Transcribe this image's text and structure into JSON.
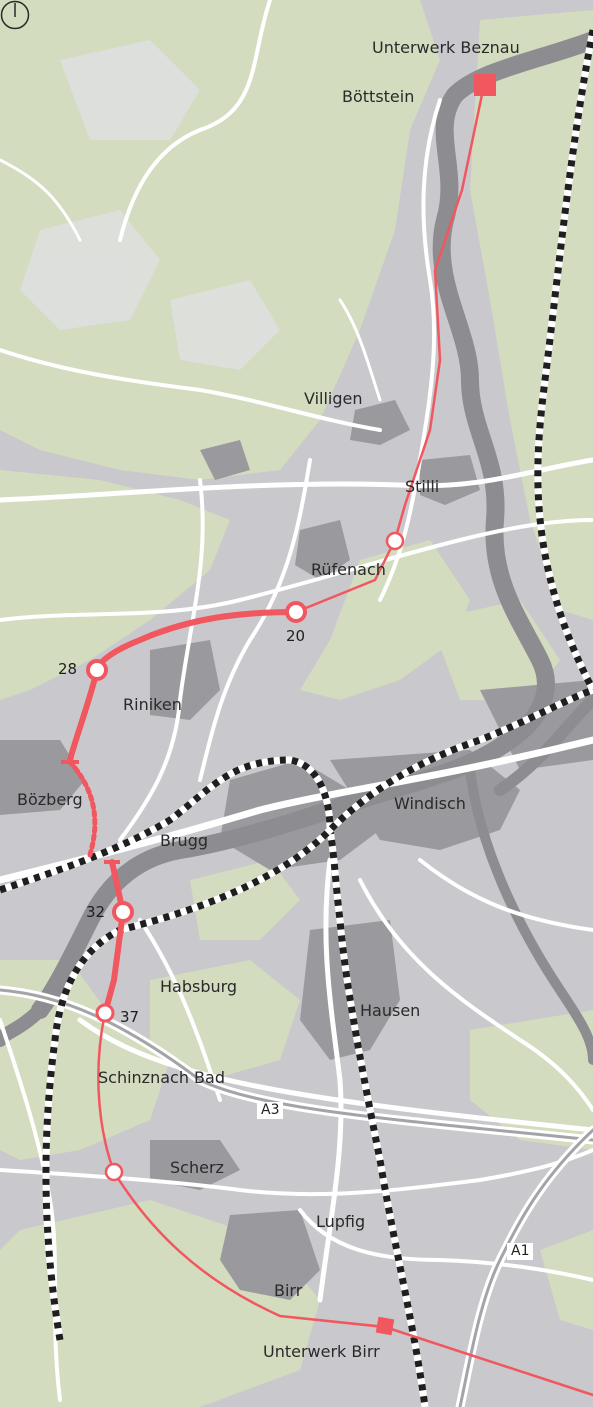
{
  "places": {
    "unterwerk_beznau": "Unterwerk Beznau",
    "bottstein": "Böttstein",
    "villigen": "Villigen",
    "stilli": "Stilli",
    "rufenach": "Rüfenach",
    "riniken": "Riniken",
    "bozberg": "Bözberg",
    "brugg": "Brugg",
    "windisch": "Windisch",
    "habsburg": "Habsburg",
    "hausen": "Hausen",
    "schinznach_bad": "Schinznach Bad",
    "scherz": "Scherz",
    "lupfig": "Lupfig",
    "birr": "Birr",
    "unterwerk_birr": "Unterwerk Birr"
  },
  "mast_numbers": {
    "m20": "20",
    "m28": "28",
    "m32": "32",
    "m37": "37"
  },
  "road_numbers": {
    "a3": "A3",
    "a1": "A1"
  },
  "colors": {
    "background": "#c9c8cc",
    "forest": "#d3dcbf",
    "settlement": "#9a999d",
    "water": "#8d8c91",
    "road": "#ffffff",
    "power_line": "#f0575f",
    "railway_dark": "#1f1f1f"
  },
  "icons": {
    "north_arrow": "north-arrow-icon",
    "substation": "substation-square-icon",
    "mast": "mast-circle-icon"
  }
}
